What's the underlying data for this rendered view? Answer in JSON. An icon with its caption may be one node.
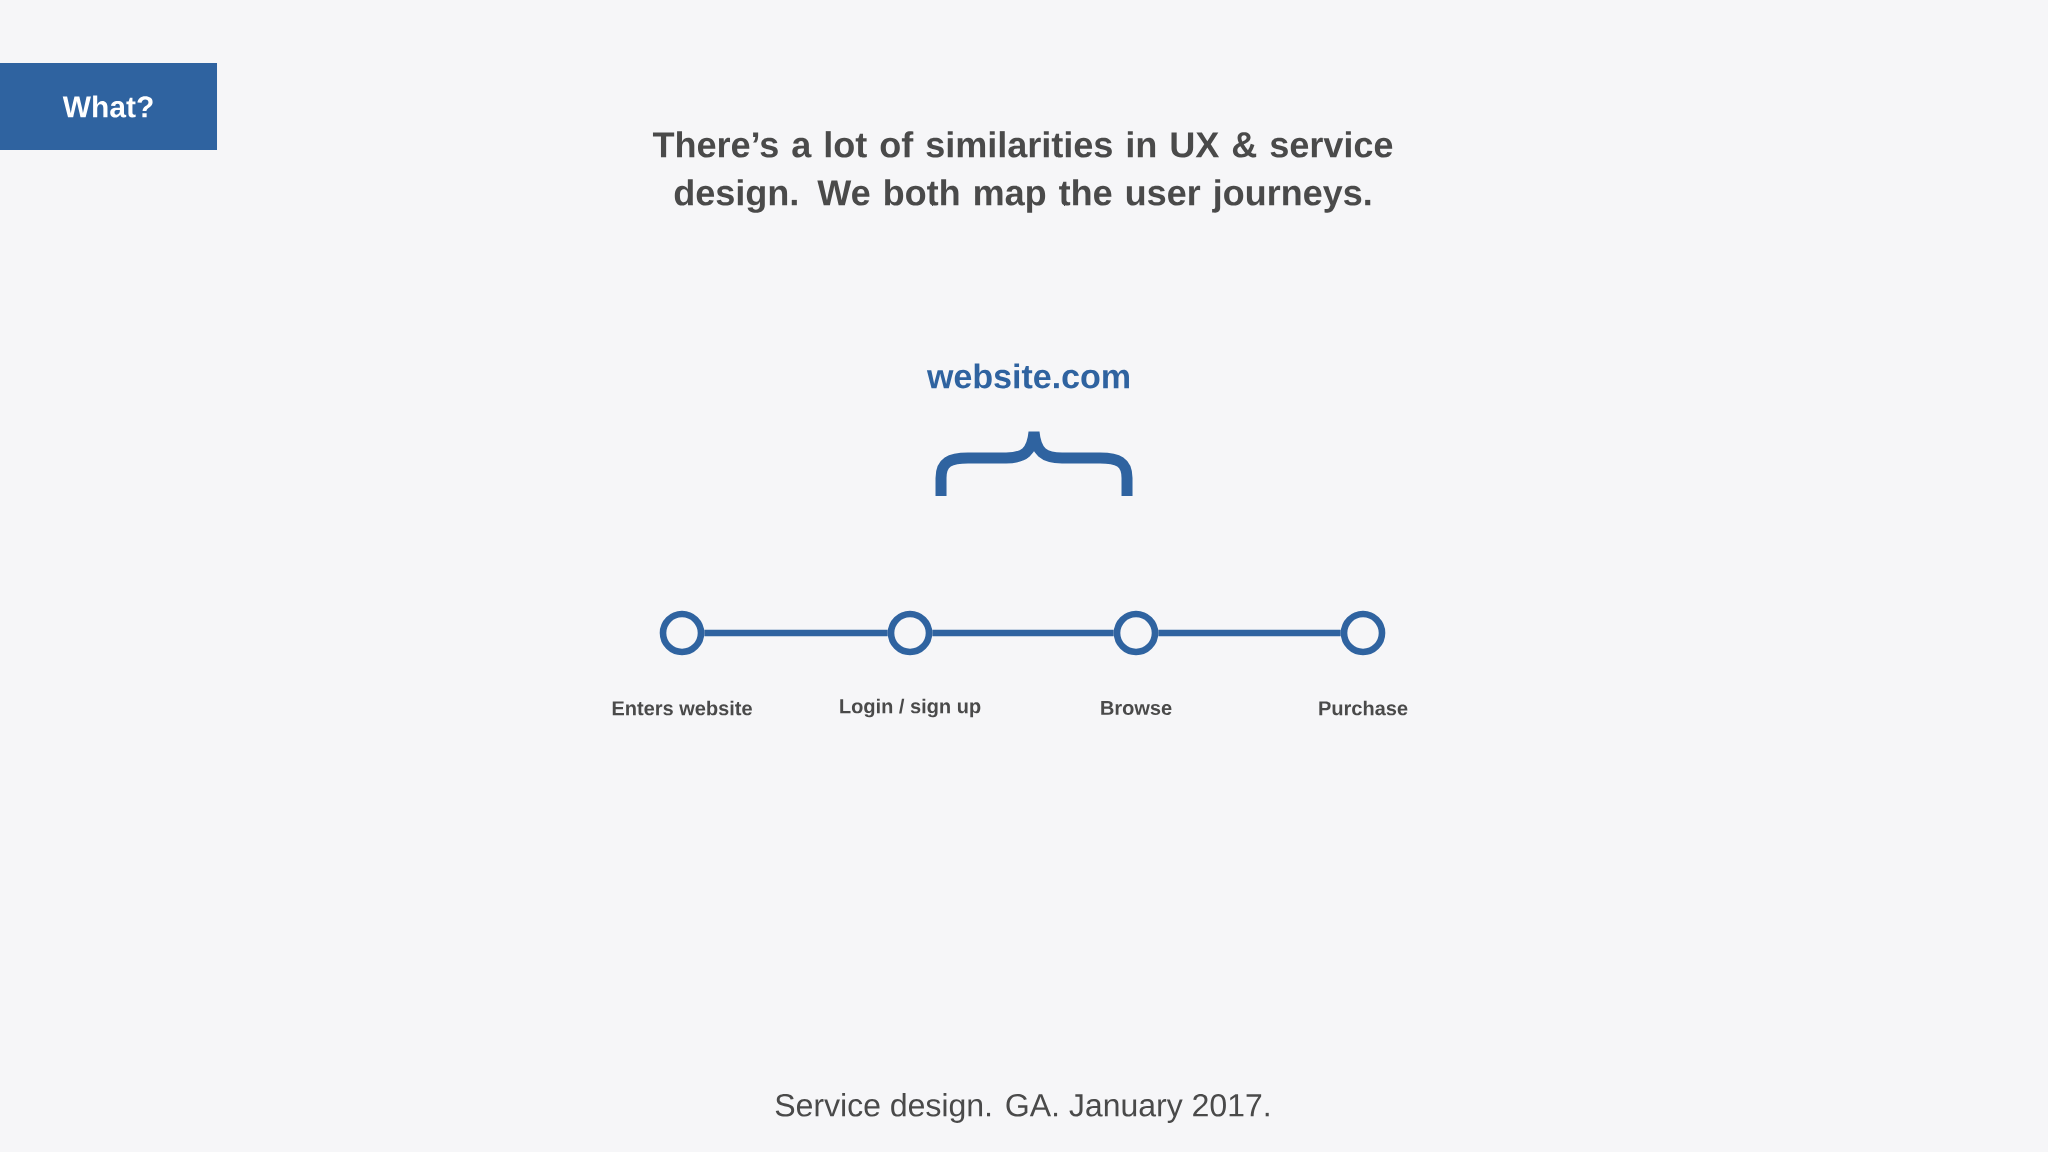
{
  "diagram": {
    "title": "There’s a lot of similarities in UX & service design. We both map the user journeys.",
    "nodes": [
      {
        "text": [
          "What?"
        ]
      },
      {
        "text": [],
        "shape": "circle",
        "beside": [
          "Enters website"
        ]
      },
      {
        "text": [],
        "shape": "circle",
        "beside": [
          "Login / sign up"
        ]
      },
      {
        "text": [],
        "shape": "circle",
        "beside": [
          "Browse"
        ]
      },
      {
        "text": [],
        "shape": "circle",
        "beside": [
          "Purchase"
        ]
      }
    ],
    "edges": [
      {
        "from": 1,
        "to": 2,
        "arrow": "none"
      },
      {
        "from": 2,
        "to": 3,
        "arrow": "none"
      },
      {
        "from": 3,
        "to": 4,
        "arrow": "none"
      }
    ],
    "labels": [
      "website.com",
      "Service design. GA. January 2017."
    ]
  }
}
